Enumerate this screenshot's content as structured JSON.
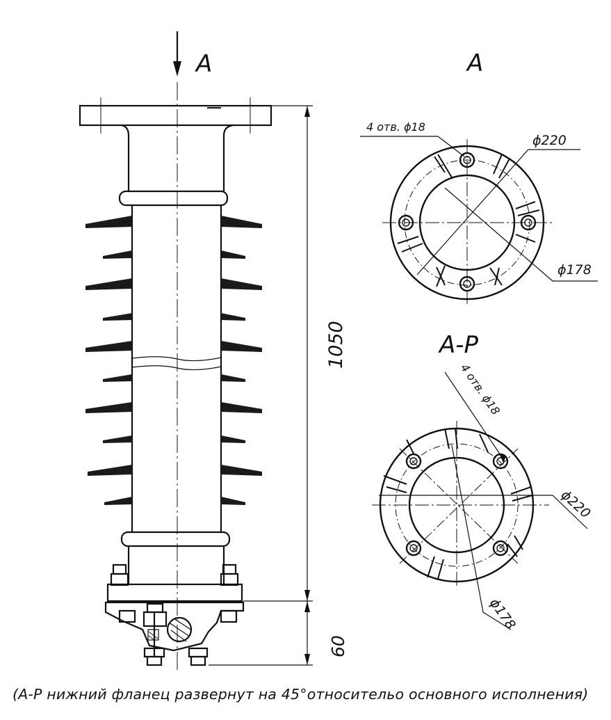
{
  "labels": {
    "view_arrow": "A",
    "view_top": "A",
    "view_bottom": "A-P",
    "total_height": "1050",
    "bottom_height": "60"
  },
  "top_view": {
    "holes": "4 отв. ϕ18",
    "outer_diameter": "ϕ220",
    "bolt_circle": "ϕ178"
  },
  "bottom_view": {
    "holes": "4 отв. ϕ18",
    "outer_diameter": "ϕ220",
    "bolt_circle": "ϕ178"
  },
  "caption": "(А-Р нижний фланец развернут на 45°относительо основного исполнения)",
  "colors": {
    "ink": "#111111",
    "paper": "#ffffff"
  }
}
